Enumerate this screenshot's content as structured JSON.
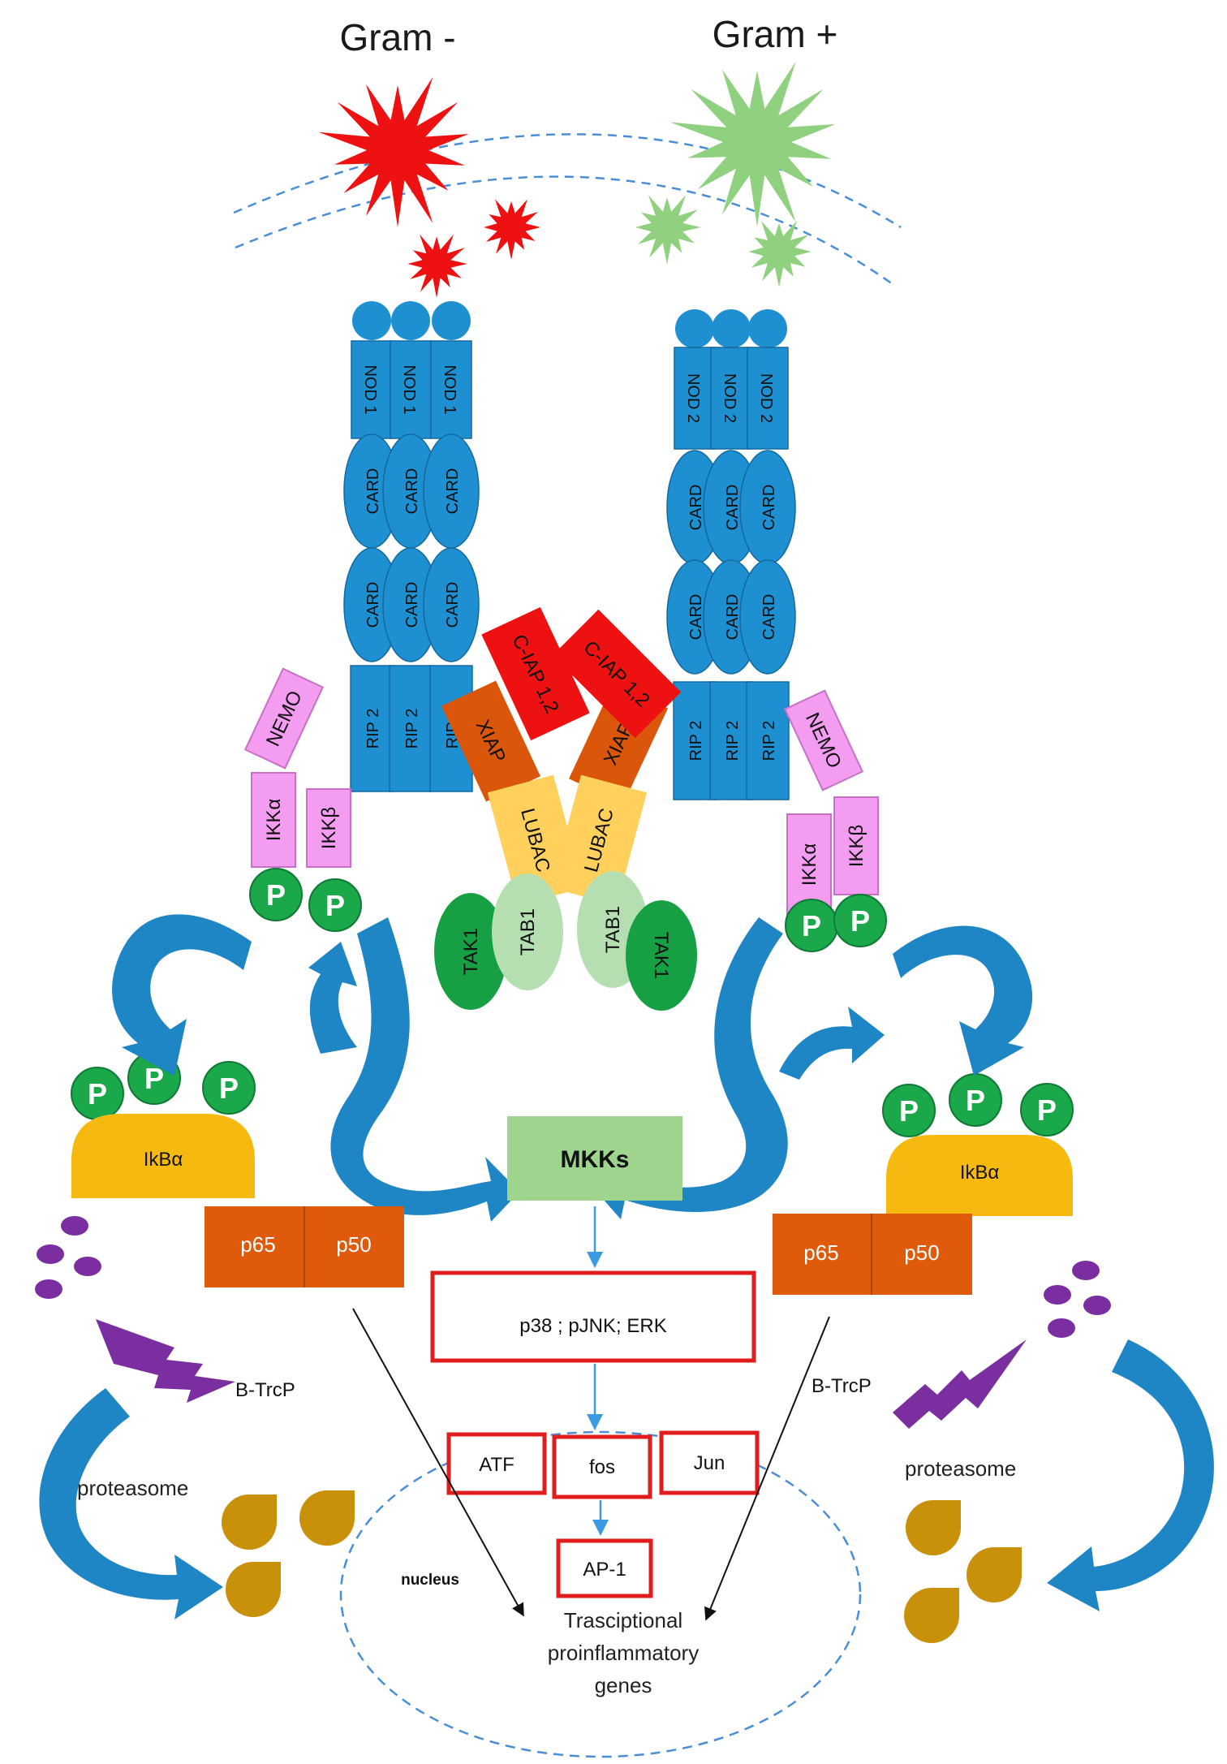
{
  "labels": {
    "gram_neg": "Gram -",
    "gram_pos": "Gram +",
    "nod1": "NOD 1",
    "nod2": "NOD 2",
    "card": "CARD",
    "rip2": "RIP 2",
    "nemo": "NEMO",
    "ikka": "IKKα",
    "ikkb": "IKKβ",
    "p": "P",
    "ciap": "C-IAP 1,2",
    "xiap": "XIAP",
    "lubac": "LUBAC",
    "tab1": "TAB1",
    "tak1": "TAK1",
    "mkks": "MKKs",
    "ikba": "IkBα",
    "p65": "p65",
    "p50": "p50",
    "mapk": "p38 ; pJNK; ERK",
    "atf": "ATF",
    "fos": "fos",
    "jun": "Jun",
    "ap1": "AP-1",
    "btrcp": "B-TrcP",
    "proteasome": "proteasome",
    "nucleus": "nucleus",
    "genes_line1": "Trasciptional",
    "genes_line2": "proinflammatory",
    "genes_line3": "genes"
  },
  "colors": {
    "gram_neg": "#ee1111",
    "gram_pos": "#8fd17e",
    "receptor_blue": "#1e8fd0",
    "nemo_pink": "#f39cf0",
    "phospho_green": "#1aa84a",
    "ciap_red": "#ee1111",
    "xiap_orange": "#d9560a",
    "lubac_yellow": "#ffd05c",
    "tab1_green": "#b5dfb0",
    "tak1_green": "#17a043",
    "mkk_green": "#9ed48e",
    "ikba_gold": "#f6b90f",
    "p65_orange": "#e05a0c",
    "purple": "#7a2ea0",
    "proteasome_gold": "#c9910a",
    "arrow_blue": "#1f86c6",
    "box_red": "#e11c1c",
    "dashed_blue": "#4b8ed8"
  }
}
